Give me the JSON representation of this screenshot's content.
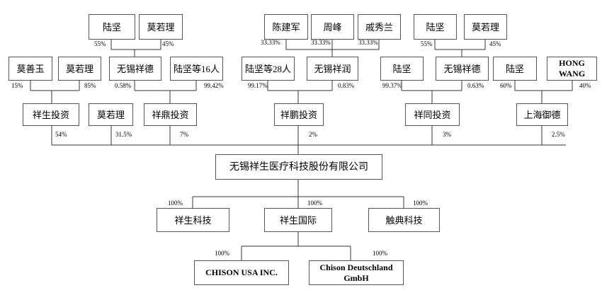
{
  "diagram": {
    "nodes": {
      "lujian_a": "陆坚",
      "moruoli_a": "莫若理",
      "chen_jianjun": "陈建军",
      "zhou_feng": "周峰",
      "qi_xiulan": "戚秀兰",
      "lujian_b": "陆坚",
      "moruoli_b": "莫若理",
      "mo_shanyu": "莫善玉",
      "moruoli_c": "莫若理",
      "wuxi_xiangde_a": "无锡祥德",
      "lujian_16": "陆坚等16人",
      "lujian_28": "陆坚等28人",
      "wuxi_xiangrun": "无锡祥润",
      "lujian_c": "陆坚",
      "wuxi_xiangde_b": "无锡祥德",
      "lujian_d": "陆坚",
      "hong_wang": "HONG WANG",
      "xiangsheng_touzi": "祥生投资",
      "moruoli_d": "莫若理",
      "xiangding_touzi": "祥鼎投资",
      "xiangpeng_touzi": "祥鹏投资",
      "xiangtong_touzi": "祥同投资",
      "shanghai_yude": "上海御德",
      "company": "无锡祥生医疗科技股份有限公司",
      "xiangsheng_keji": "祥生科技",
      "xiangsheng_guoji": "祥生国际",
      "chudian_keji": "触典科技",
      "chison_usa": "CHISON USA INC.",
      "chison_de": "Chison Deutschland GmbH"
    },
    "percentages": {
      "lujian_a_to_xs": "55%",
      "moruoli_a_to_xs": "45%",
      "chen_to_xp": "33.33%",
      "zhou_to_xp": "33.33%",
      "qi_to_xp": "33.33%",
      "lujian_b_to_wxd": "55%",
      "moruoli_b_to_wxd": "45%",
      "moshanyu_to_xs": "15%",
      "moruoli_c_to_xs": "85%",
      "wxd_to_xd": "0.58%",
      "lujian16_to_xd": "99.42%",
      "lujian28_to_xp": "99.17%",
      "wxr_to_xp": "0.83%",
      "lujian_c_to_xt": "99.37%",
      "wxd_to_xt": "0.63%",
      "lujian_d_to_sy": "60%",
      "hongwang_to_sy": "40%",
      "xs_to_company": "54%",
      "moruoli_d_to_company": "31.5%",
      "xd_to_company": "7%",
      "xp_to_company": "2%",
      "xt_to_company": "3%",
      "sy_to_company": "2.5%",
      "to_xskj": "100%",
      "to_xsgj": "100%",
      "to_cdkj": "100%",
      "to_usa": "100%",
      "to_de": "100%"
    }
  }
}
